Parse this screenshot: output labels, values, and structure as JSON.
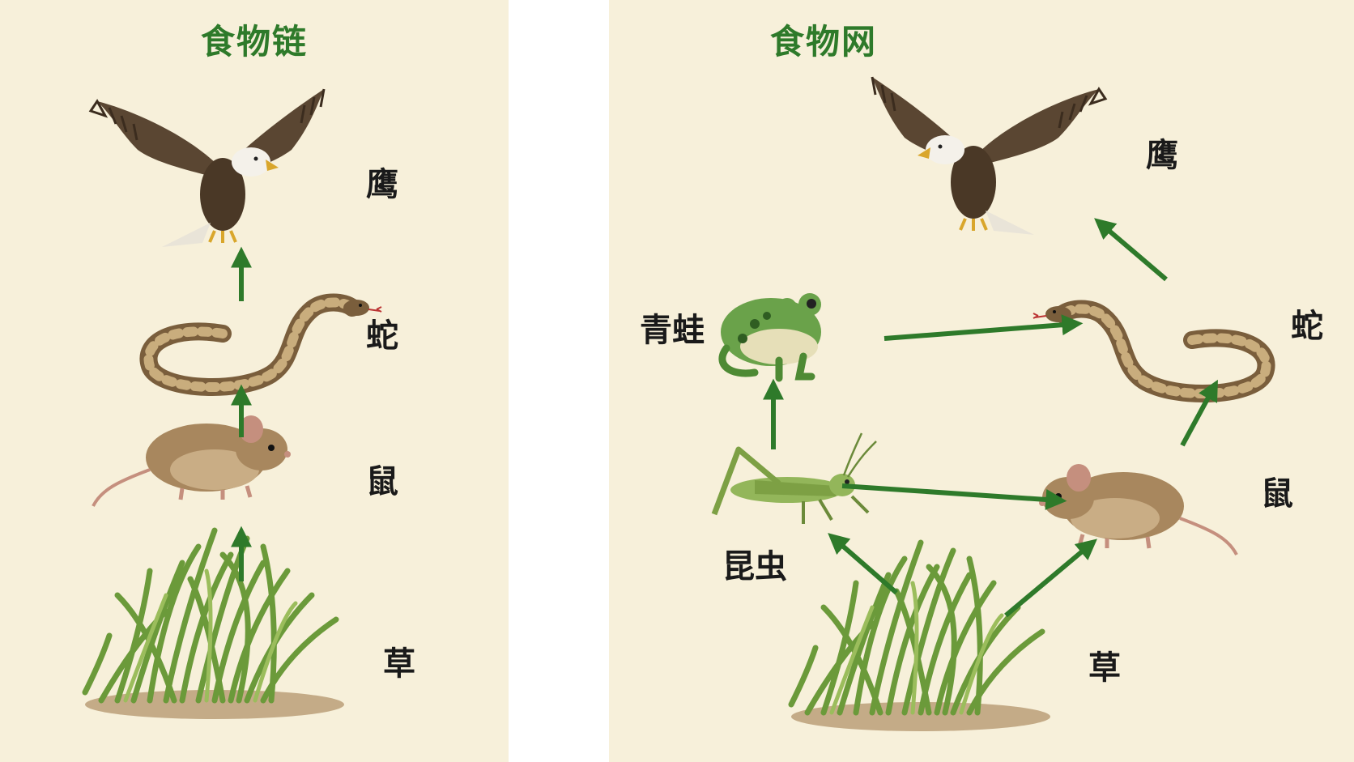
{
  "food_chain": {
    "title": "食物链",
    "labels": {
      "eagle": "鹰",
      "snake": "蛇",
      "mouse": "鼠",
      "grass": "草"
    }
  },
  "food_web": {
    "title": "食物网",
    "labels": {
      "eagle": "鹰",
      "frog": "青蛙",
      "snake": "蛇",
      "insect": "昆虫",
      "mouse": "鼠",
      "grass": "草"
    }
  },
  "colors": {
    "arrow": "#2e7a2a",
    "title": "#2e7a2a",
    "background": "#f7f0da"
  },
  "icons": [
    "eagle-icon",
    "snake-icon",
    "mouse-icon",
    "grass-icon",
    "frog-icon",
    "grasshopper-icon"
  ]
}
